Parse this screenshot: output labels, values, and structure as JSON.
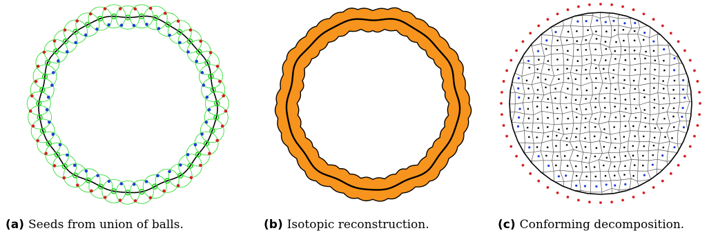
{
  "colors": {
    "ring_fill": "#F7941D",
    "ball_outline": "#33DD33",
    "seed_green": "#1BD51B",
    "seed_blue": "#1C3FD6",
    "seed_red": "#D42020",
    "curve": "#000000",
    "cell_lines": "#555555"
  },
  "captions": {
    "a": {
      "tag": "(a)",
      "text": "Seeds from union of balls."
    },
    "b": {
      "tag": "(b)",
      "text": "Isotopic reconstruction."
    },
    "c": {
      "tag": "(c)",
      "text": "Conforming decomposition."
    }
  }
}
